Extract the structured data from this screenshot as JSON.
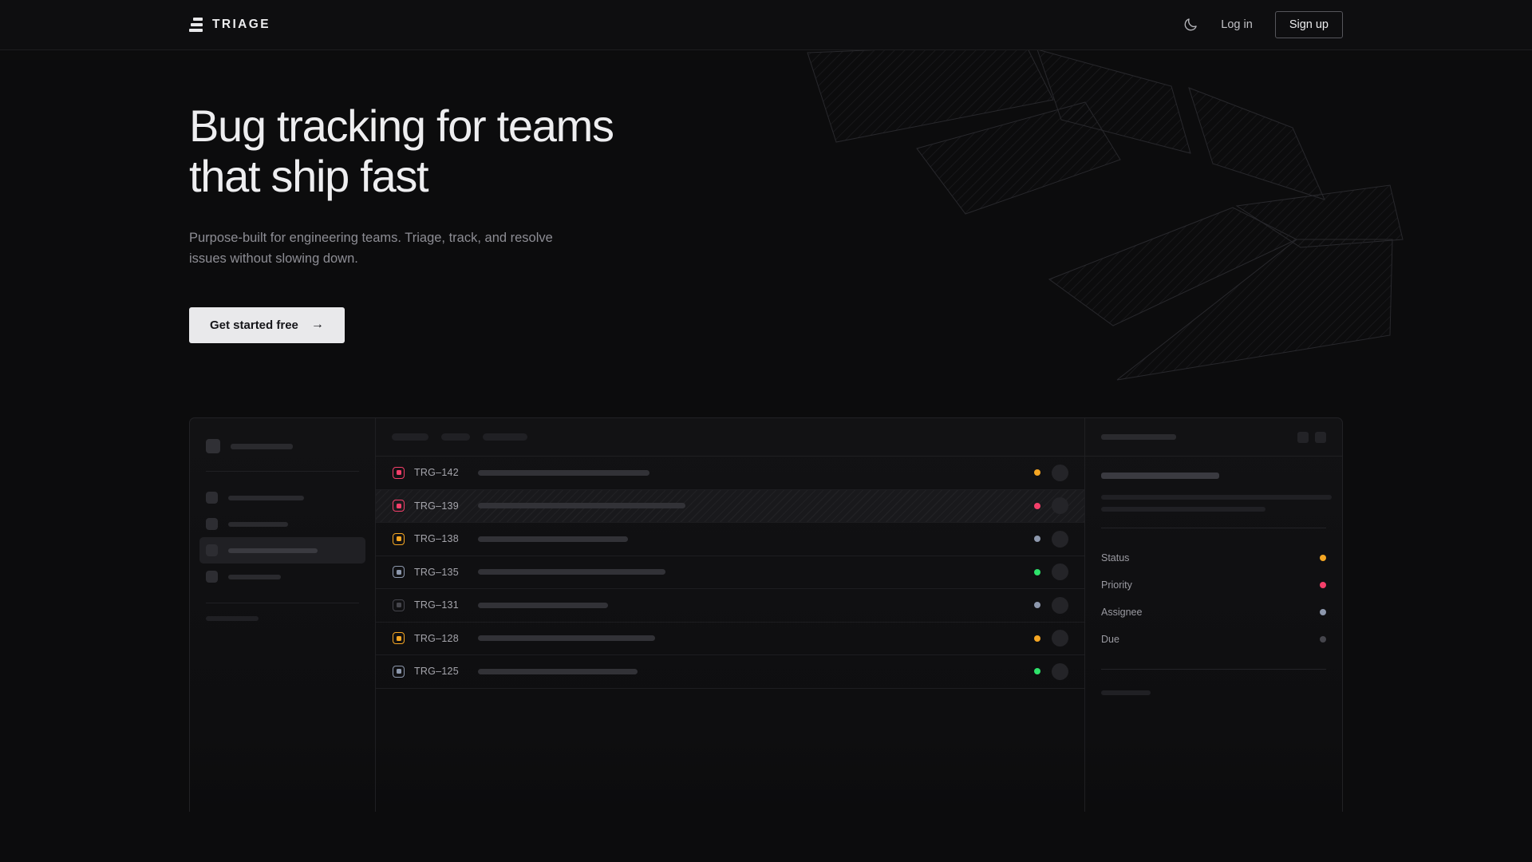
{
  "brand": {
    "name": "TRIAGE",
    "mark_icon": "stacked-bars-logo-icon"
  },
  "nav": {
    "theme_toggle_icon": "moon-icon",
    "login_label": "Log in",
    "signup_label": "Sign up"
  },
  "hero": {
    "heading_line1": "Bug tracking for teams",
    "heading_line2": "that ship fast",
    "subtitle": "Purpose-built for engineering teams. Triage, track, and resolve issues without slowing down.",
    "cta_label": "Get started free",
    "cta_arrow": "→"
  },
  "colors": {
    "page_bg": "#0c0c0d",
    "nav_bg": "#0e0e10",
    "text_primary": "#eeeef0",
    "text_muted": "#8d8d94",
    "border": "#222225",
    "cta_bg": "#e9e9eb",
    "status_pink": "#f43f6a",
    "status_orange": "#f5a623",
    "status_green": "#2ee26b",
    "status_slate": "#8d98ad",
    "status_gray": "#45454c"
  },
  "mockup": {
    "sidebar": {
      "brand_placeholder_width": 78,
      "nav_items": [
        {
          "label_width": 95,
          "active": false
        },
        {
          "label_width": 75,
          "active": false
        },
        {
          "label_width": 112,
          "active": true
        },
        {
          "label_width": 66,
          "active": false
        }
      ],
      "section_label_width": 66,
      "mini_items": 3
    },
    "toolbar": {
      "pills": [
        46,
        36,
        56
      ]
    },
    "issues": {
      "columns": [
        "badge",
        "id",
        "title",
        "status",
        "assignee"
      ],
      "rows": [
        {
          "id": "TRG–142",
          "badge_color": "#f43f6a",
          "title_width": 215,
          "status_color": "#f5a623",
          "selected": false
        },
        {
          "id": "TRG–139",
          "badge_color": "#f43f6a",
          "title_width": 260,
          "status_color": "#f43f6a",
          "selected": true
        },
        {
          "id": "TRG–138",
          "badge_color": "#f5a623",
          "title_width": 188,
          "status_color": "#8d98ad",
          "selected": false
        },
        {
          "id": "TRG–135",
          "badge_color": "#8d98ad",
          "title_width": 235,
          "status_color": "#2ee26b",
          "selected": false
        },
        {
          "id": "TRG–131",
          "badge_color": "#45454c",
          "title_width": 163,
          "status_color": "#8d98ad",
          "selected": false
        },
        {
          "id": "TRG–128",
          "badge_color": "#f5a623",
          "title_width": 222,
          "status_color": "#f5a623",
          "selected": false
        },
        {
          "id": "TRG–125",
          "badge_color": "#8d98ad",
          "title_width": 200,
          "status_color": "#2ee26b",
          "selected": false
        }
      ]
    },
    "detail": {
      "header_pill_width": 94,
      "action_buttons": 2,
      "title_skeleton_width": 148,
      "body_lines": [
        289,
        206
      ],
      "fields": [
        {
          "label": "Status",
          "dot_color": "#f5a623"
        },
        {
          "label": "Priority",
          "dot_color": "#f43f6a"
        },
        {
          "label": "Assignee",
          "dot_color": "#8d98ad"
        },
        {
          "label": "Due",
          "dot_color": "#45454c"
        }
      ],
      "activity_label_width": 62,
      "activity_items": 2
    }
  }
}
